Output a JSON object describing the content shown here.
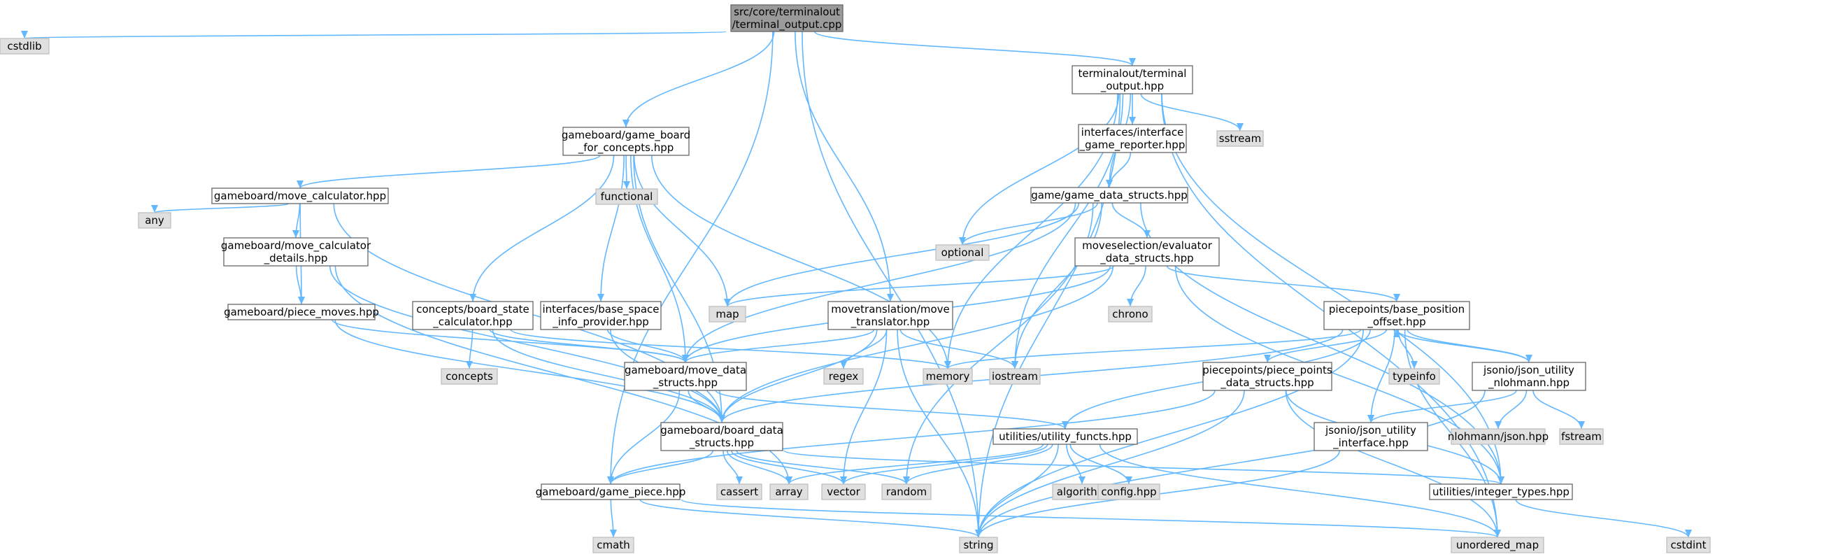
{
  "nodes": [
    {
      "id": "terminal_output_cpp",
      "kind": "main",
      "lines": [
        "src/core/terminalout",
        "/terminal_output.cpp"
      ]
    },
    {
      "id": "cstdlib",
      "kind": "sys",
      "lines": [
        "cstdlib"
      ]
    },
    {
      "id": "game_board_for_concepts",
      "kind": "file",
      "lines": [
        "gameboard/game_board",
        "_for_concepts.hpp"
      ]
    },
    {
      "id": "terminal_output_hpp",
      "kind": "file",
      "lines": [
        "terminalout/terminal",
        "_output.hpp"
      ]
    },
    {
      "id": "interface_game_reporter",
      "kind": "file",
      "lines": [
        "interfaces/interface",
        "_game_reporter.hpp"
      ]
    },
    {
      "id": "sstream",
      "kind": "sys",
      "lines": [
        "sstream"
      ]
    },
    {
      "id": "functional",
      "kind": "sys",
      "lines": [
        "functional"
      ]
    },
    {
      "id": "move_calculator",
      "kind": "file",
      "lines": [
        "gameboard/move_calculator.hpp"
      ]
    },
    {
      "id": "game_data_structs",
      "kind": "file",
      "lines": [
        "game/game_data_structs.hpp"
      ]
    },
    {
      "id": "any",
      "kind": "sys",
      "lines": [
        "any"
      ]
    },
    {
      "id": "move_calculator_details",
      "kind": "file",
      "lines": [
        "gameboard/move_calculator",
        "_details.hpp"
      ]
    },
    {
      "id": "optional",
      "kind": "sys",
      "lines": [
        "optional"
      ]
    },
    {
      "id": "evaluator_data_structs",
      "kind": "file",
      "lines": [
        "moveselection/evaluator",
        "_data_structs.hpp"
      ]
    },
    {
      "id": "piece_moves",
      "kind": "file",
      "lines": [
        "gameboard/piece_moves.hpp"
      ]
    },
    {
      "id": "board_state_calculator",
      "kind": "file",
      "lines": [
        "concepts/board_state",
        "_calculator.hpp"
      ]
    },
    {
      "id": "base_space_info_provider",
      "kind": "file",
      "lines": [
        "interfaces/base_space",
        "_info_provider.hpp"
      ]
    },
    {
      "id": "map",
      "kind": "sys",
      "lines": [
        "map"
      ]
    },
    {
      "id": "move_translator",
      "kind": "file",
      "lines": [
        "movetranslation/move",
        "_translator.hpp"
      ]
    },
    {
      "id": "chrono",
      "kind": "sys",
      "lines": [
        "chrono"
      ]
    },
    {
      "id": "base_position_offset",
      "kind": "file",
      "lines": [
        "piecepoints/base_position",
        "_offset.hpp"
      ]
    },
    {
      "id": "concepts",
      "kind": "sys",
      "lines": [
        "concepts"
      ]
    },
    {
      "id": "move_data_structs",
      "kind": "file",
      "lines": [
        "gameboard/move_data",
        "_structs.hpp"
      ]
    },
    {
      "id": "regex",
      "kind": "sys",
      "lines": [
        "regex"
      ]
    },
    {
      "id": "memory",
      "kind": "sys",
      "lines": [
        "memory"
      ]
    },
    {
      "id": "iostream",
      "kind": "sys",
      "lines": [
        "iostream"
      ]
    },
    {
      "id": "piece_points_data_structs",
      "kind": "file",
      "lines": [
        "piecepoints/piece_points",
        "_data_structs.hpp"
      ]
    },
    {
      "id": "typeinfo",
      "kind": "sys",
      "lines": [
        "typeinfo"
      ]
    },
    {
      "id": "json_utility_nlohmann",
      "kind": "file",
      "lines": [
        "jsonio/json_utility",
        "_nlohmann.hpp"
      ]
    },
    {
      "id": "board_data_structs",
      "kind": "file",
      "lines": [
        "gameboard/board_data",
        "_structs.hpp"
      ]
    },
    {
      "id": "utility_functs",
      "kind": "file",
      "lines": [
        "utilities/utility_functs.hpp"
      ]
    },
    {
      "id": "json_utility_interface",
      "kind": "file",
      "lines": [
        "jsonio/json_utility",
        "_interface.hpp"
      ]
    },
    {
      "id": "nlohmann_json",
      "kind": "sys",
      "lines": [
        "nlohmann/json.hpp"
      ]
    },
    {
      "id": "fstream",
      "kind": "sys",
      "lines": [
        "fstream"
      ]
    },
    {
      "id": "game_piece",
      "kind": "file",
      "lines": [
        "gameboard/game_piece.hpp"
      ]
    },
    {
      "id": "cassert",
      "kind": "sys",
      "lines": [
        "cassert"
      ]
    },
    {
      "id": "array",
      "kind": "sys",
      "lines": [
        "array"
      ]
    },
    {
      "id": "vector",
      "kind": "sys",
      "lines": [
        "vector"
      ]
    },
    {
      "id": "random",
      "kind": "sys",
      "lines": [
        "random"
      ]
    },
    {
      "id": "algorithm",
      "kind": "sys",
      "lines": [
        "algorithm"
      ]
    },
    {
      "id": "config",
      "kind": "sys",
      "lines": [
        "config.hpp"
      ]
    },
    {
      "id": "integer_types",
      "kind": "file",
      "lines": [
        "utilities/integer_types.hpp"
      ]
    },
    {
      "id": "cmath",
      "kind": "sys",
      "lines": [
        "cmath"
      ]
    },
    {
      "id": "string",
      "kind": "sys",
      "lines": [
        "string"
      ]
    },
    {
      "id": "unordered_map",
      "kind": "sys",
      "lines": [
        "unordered_map"
      ]
    },
    {
      "id": "cstdint",
      "kind": "sys",
      "lines": [
        "cstdint"
      ]
    }
  ],
  "edges": [
    [
      "terminal_output_cpp",
      "cstdlib"
    ],
    [
      "terminal_output_cpp",
      "game_board_for_concepts"
    ],
    [
      "terminal_output_cpp",
      "game_piece"
    ],
    [
      "terminal_output_cpp",
      "move_translator"
    ],
    [
      "terminal_output_cpp",
      "terminal_output_hpp"
    ],
    [
      "terminal_output_cpp",
      "string"
    ],
    [
      "game_board_for_concepts",
      "move_calculator"
    ],
    [
      "game_board_for_concepts",
      "functional"
    ],
    [
      "game_board_for_concepts",
      "map"
    ],
    [
      "game_board_for_concepts",
      "memory"
    ],
    [
      "game_board_for_concepts",
      "board_state_calculator"
    ],
    [
      "game_board_for_concepts",
      "base_space_info_provider"
    ],
    [
      "game_board_for_concepts",
      "move_data_structs"
    ],
    [
      "game_board_for_concepts",
      "board_data_structs"
    ],
    [
      "move_calculator",
      "any"
    ],
    [
      "move_calculator",
      "move_calculator_details"
    ],
    [
      "move_calculator",
      "piece_moves"
    ],
    [
      "move_calculator",
      "board_data_structs"
    ],
    [
      "move_calculator_details",
      "piece_moves"
    ],
    [
      "move_calculator_details",
      "board_data_structs"
    ],
    [
      "move_calculator_details",
      "array"
    ],
    [
      "piece_moves",
      "move_data_structs"
    ],
    [
      "piece_moves",
      "board_data_structs"
    ],
    [
      "board_state_calculator",
      "concepts"
    ],
    [
      "board_state_calculator",
      "move_data_structs"
    ],
    [
      "board_state_calculator",
      "board_data_structs"
    ],
    [
      "board_state_calculator",
      "memory"
    ],
    [
      "base_space_info_provider",
      "move_data_structs"
    ],
    [
      "base_space_info_provider",
      "board_data_structs"
    ],
    [
      "move_translator",
      "move_data_structs"
    ],
    [
      "move_translator",
      "board_data_structs"
    ],
    [
      "move_translator",
      "regex"
    ],
    [
      "move_translator",
      "iostream"
    ],
    [
      "move_translator",
      "vector"
    ],
    [
      "move_translator",
      "string"
    ],
    [
      "terminal_output_hpp",
      "interface_game_reporter"
    ],
    [
      "terminal_output_hpp",
      "sstream"
    ],
    [
      "terminal_output_hpp",
      "game_data_structs"
    ],
    [
      "terminal_output_hpp",
      "optional"
    ],
    [
      "terminal_output_hpp",
      "memory"
    ],
    [
      "terminal_output_hpp",
      "iostream"
    ],
    [
      "terminal_output_hpp",
      "string"
    ],
    [
      "terminal_output_hpp",
      "unordered_map"
    ],
    [
      "terminal_output_hpp",
      "integer_types"
    ],
    [
      "interface_game_reporter",
      "game_data_structs"
    ],
    [
      "game_data_structs",
      "optional"
    ],
    [
      "game_data_structs",
      "evaluator_data_structs"
    ],
    [
      "game_data_structs",
      "map"
    ],
    [
      "game_data_structs",
      "move_data_structs"
    ],
    [
      "game_data_structs",
      "iostream"
    ],
    [
      "game_data_structs",
      "random"
    ],
    [
      "game_data_structs",
      "integer_types"
    ],
    [
      "evaluator_data_structs",
      "map"
    ],
    [
      "evaluator_data_structs",
      "chrono"
    ],
    [
      "evaluator_data_structs",
      "base_position_offset"
    ],
    [
      "evaluator_data_structs",
      "move_data_structs"
    ],
    [
      "evaluator_data_structs",
      "board_data_structs"
    ],
    [
      "evaluator_data_structs",
      "integer_types"
    ],
    [
      "base_position_offset",
      "memory"
    ],
    [
      "base_position_offset",
      "typeinfo"
    ],
    [
      "base_position_offset",
      "json_utility_nlohmann"
    ],
    [
      "base_position_offset",
      "piece_points_data_structs"
    ],
    [
      "base_position_offset",
      "json_utility_interface"
    ],
    [
      "base_position_offset",
      "utility_functs"
    ],
    [
      "base_position_offset",
      "board_data_structs"
    ],
    [
      "base_position_offset",
      "string"
    ],
    [
      "base_position_offset",
      "unordered_map"
    ],
    [
      "json_utility_nlohmann",
      "base_position_offset"
    ],
    [
      "json_utility_nlohmann",
      "json_utility_interface"
    ],
    [
      "json_utility_nlohmann",
      "nlohmann_json"
    ],
    [
      "json_utility_nlohmann",
      "fstream"
    ],
    [
      "json_utility_nlohmann",
      "string"
    ],
    [
      "json_utility_interface",
      "string"
    ],
    [
      "piece_points_data_structs",
      "game_piece"
    ],
    [
      "piece_points_data_structs",
      "integer_types"
    ],
    [
      "piece_points_data_structs",
      "string"
    ],
    [
      "piece_points_data_structs",
      "unordered_map"
    ],
    [
      "move_data_structs",
      "board_data_structs"
    ],
    [
      "move_data_structs",
      "game_piece"
    ],
    [
      "move_data_structs",
      "utility_functs"
    ],
    [
      "board_data_structs",
      "game_piece"
    ],
    [
      "board_data_structs",
      "cassert"
    ],
    [
      "board_data_structs",
      "array"
    ],
    [
      "board_data_structs",
      "vector"
    ],
    [
      "board_data_structs",
      "random"
    ],
    [
      "board_data_structs",
      "integer_types"
    ],
    [
      "utility_functs",
      "array"
    ],
    [
      "utility_functs",
      "vector"
    ],
    [
      "utility_functs",
      "random"
    ],
    [
      "utility_functs",
      "algorithm"
    ],
    [
      "utility_functs",
      "config"
    ],
    [
      "utility_functs",
      "string"
    ],
    [
      "utility_functs",
      "unordered_map"
    ],
    [
      "game_piece",
      "cmath"
    ],
    [
      "game_piece",
      "string"
    ],
    [
      "game_piece",
      "unordered_map"
    ],
    [
      "integer_types",
      "cstdint"
    ]
  ]
}
